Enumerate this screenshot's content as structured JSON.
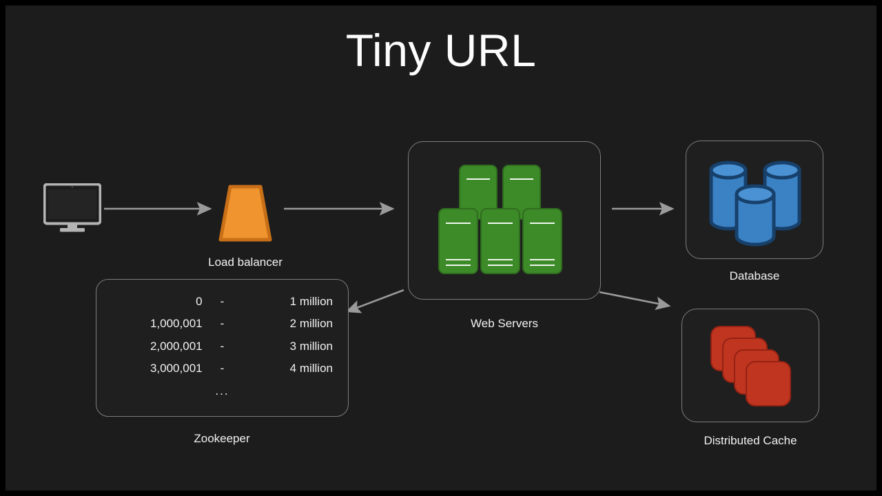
{
  "slide": {
    "title": "Tiny URL",
    "background_color": "#1c1c1c",
    "text_color": "#f2f2f2"
  },
  "nodes": {
    "client": {
      "icon": "desktop-monitor-icon",
      "label": ""
    },
    "load_balancer": {
      "label": "Load balancer",
      "icon": "trapezoid-icon",
      "color": "#ef942f"
    },
    "web_servers": {
      "label": "Web Servers",
      "icon": "server-stack-icon",
      "color": "#3d8a28",
      "count": 5
    },
    "database": {
      "label": "Database",
      "icon": "database-cylinders-icon",
      "color": "#3b82c4",
      "count": 3
    },
    "distributed_cache": {
      "label": "Distributed Cache",
      "icon": "stacked-cards-icon",
      "color": "#bf3520",
      "count": 4
    },
    "zookeeper": {
      "label": "Zookeeper"
    }
  },
  "zookeeper_table": {
    "rows": [
      {
        "start": "0",
        "dash": "-",
        "end": "1 million"
      },
      {
        "start": "1,000,001",
        "dash": "-",
        "end": "2 million"
      },
      {
        "start": "2,000,001",
        "dash": "-",
        "end": "3 million"
      },
      {
        "start": "3,000,001",
        "dash": "-",
        "end": "4 million"
      }
    ],
    "ellipsis": "..."
  },
  "arrows": [
    {
      "name": "client-to-load-balancer",
      "from": "client",
      "to": "load_balancer"
    },
    {
      "name": "load-balancer-to-web-servers",
      "from": "load_balancer",
      "to": "web_servers"
    },
    {
      "name": "web-servers-to-database",
      "from": "web_servers",
      "to": "database"
    },
    {
      "name": "web-servers-to-zookeeper",
      "from": "web_servers",
      "to": "zookeeper"
    },
    {
      "name": "web-servers-to-distributed-cache",
      "from": "web_servers",
      "to": "distributed_cache"
    }
  ]
}
